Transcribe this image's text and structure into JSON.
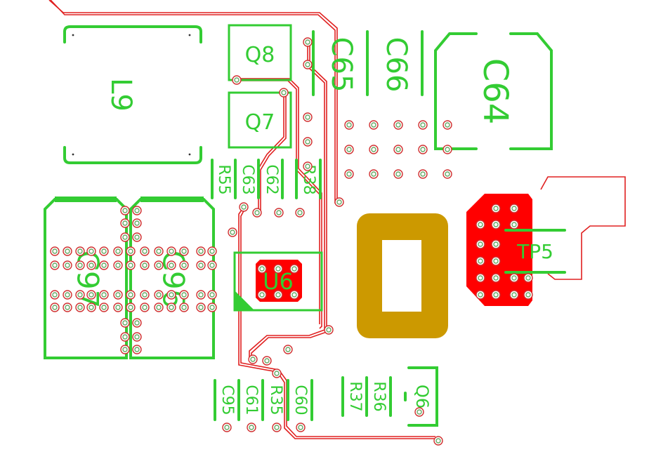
{
  "colors": {
    "silkscreen": "#33cc33",
    "copper_pad": "#ff0000",
    "trace": "#e02020",
    "test_pad": "#cc9900",
    "background": "#ffffff"
  },
  "labels": {
    "l9": "L9",
    "q8": "Q8",
    "q7": "Q7",
    "c65": "C65",
    "c66": "C66",
    "c64": "C64",
    "r55": "R55",
    "c63": "C63",
    "c62": "C62",
    "r38": "R38",
    "c97": "C97",
    "c96": "C96",
    "u6": "U6",
    "tp5": "TP5",
    "c95": "C95",
    "c61": "C61",
    "r35": "R35",
    "c60": "C60",
    "r37": "R37",
    "r36": "R36",
    "q6": "Q6"
  }
}
